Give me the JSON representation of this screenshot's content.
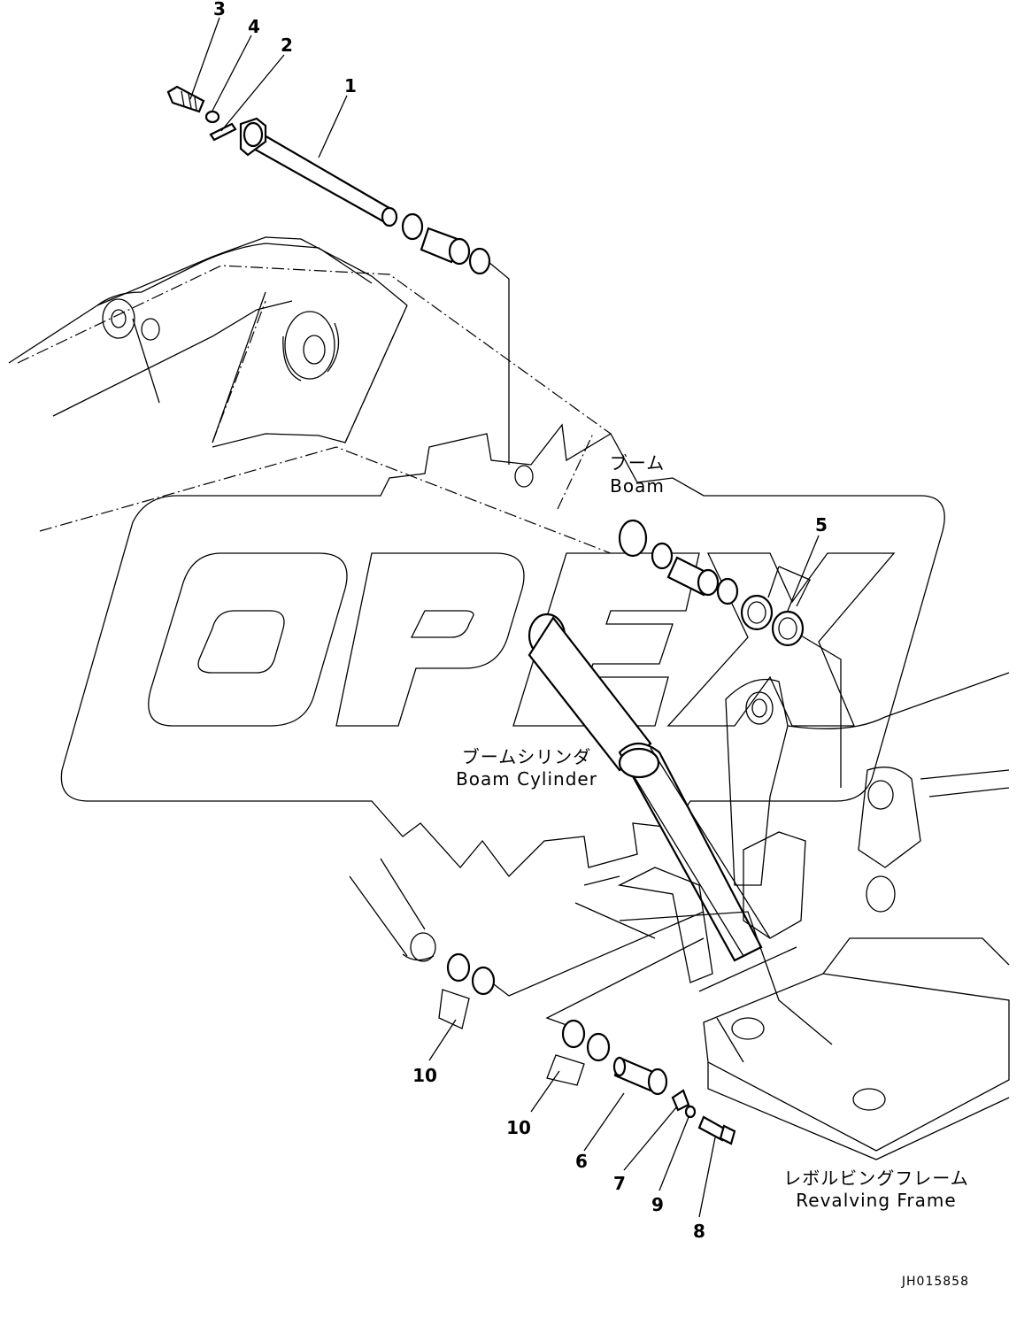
{
  "diagram": {
    "watermark": "OPEX",
    "document_code": "JH015858",
    "labels": {
      "boom_jp": "ブーム",
      "boom_en": "Boam",
      "boom_cylinder_jp": "ブームシリンダ",
      "boom_cylinder_en": "Boam Cylinder",
      "revolving_frame_jp": "レボルビングフレーム",
      "revolving_frame_en": "Revalving Frame"
    },
    "callouts": {
      "c1": "1",
      "c2": "2",
      "c3": "3",
      "c4": "4",
      "c5": "5",
      "c6": "6",
      "c7": "7",
      "c8": "8",
      "c9": "9",
      "c10a": "10",
      "c10b": "10"
    }
  }
}
